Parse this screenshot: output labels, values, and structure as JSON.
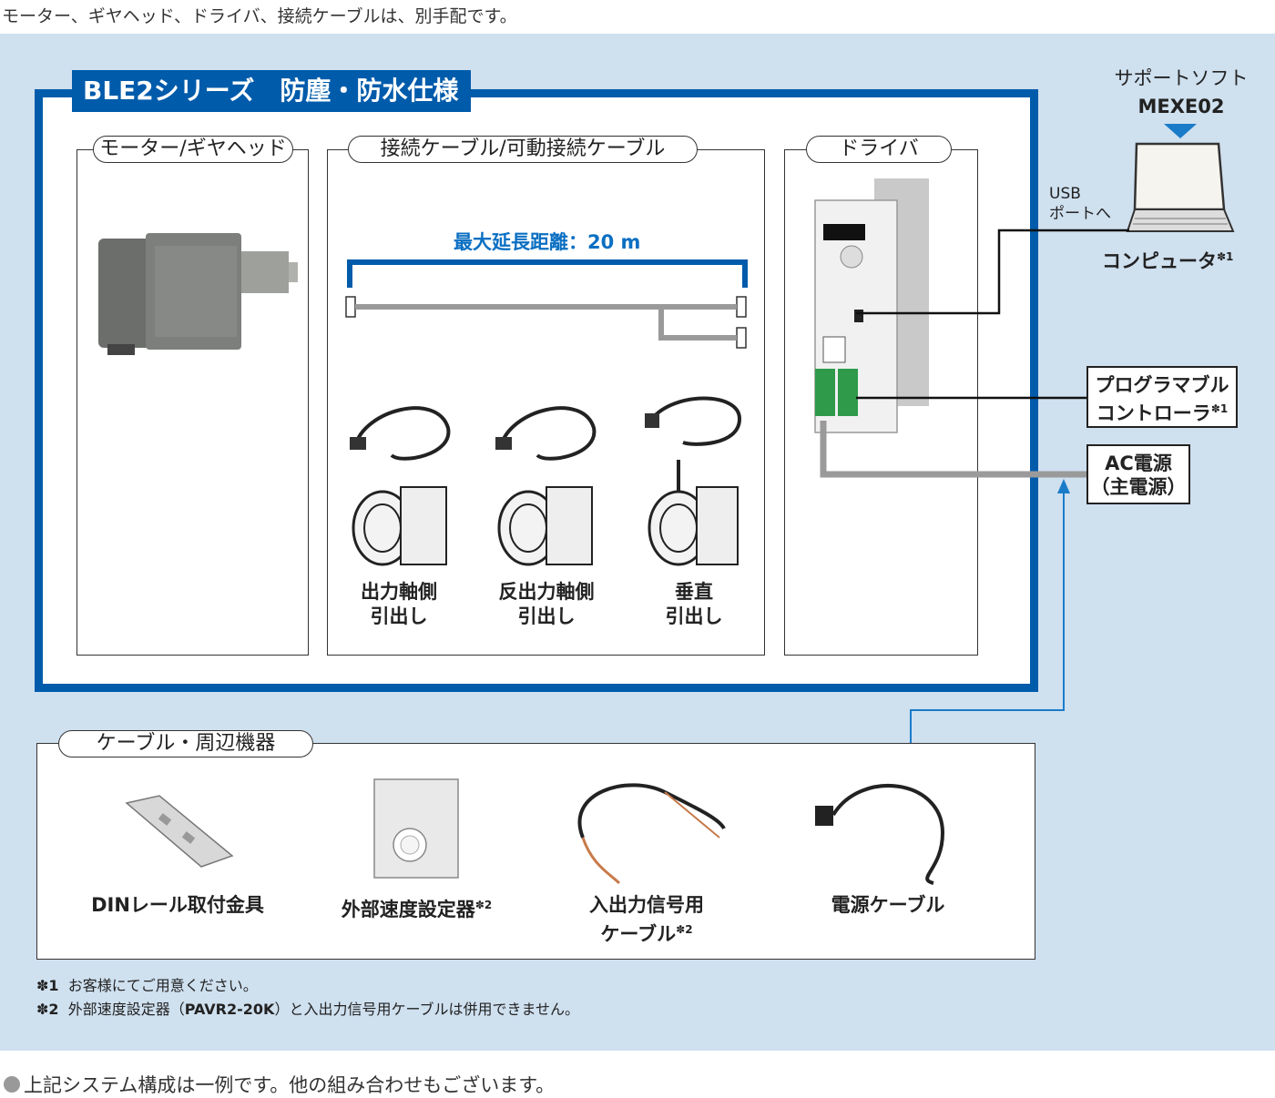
{
  "header_note": "モーター、ギヤヘッド、ドライバ、接続ケーブルは、別手配です。",
  "series_title": "BLE2シリーズ　防塵・防水仕様",
  "sections": {
    "motor": "モーター/ギヤヘッド",
    "cable": "接続ケーブル/可動接続ケーブル",
    "driver": "ドライバ",
    "peripherals": "ケーブル・周辺機器"
  },
  "max_length": "最大延長距離：20 m",
  "cable_types": [
    {
      "line1": "出力軸側",
      "line2": "引出し"
    },
    {
      "line1": "反出力軸側",
      "line2": "引出し"
    },
    {
      "line1": "垂直",
      "line2": "引出し"
    }
  ],
  "software": {
    "line1": "サポートソフト",
    "line2": "MEXE02"
  },
  "usb": {
    "line1": "USB",
    "line2": "ポートへ"
  },
  "computer": {
    "label": "コンピュータ",
    "mark": "✽1"
  },
  "plc": {
    "line1": "プログラマブル",
    "line2": "コントローラ",
    "mark": "✽1"
  },
  "ac": {
    "line1": "AC電源",
    "line2": "（主電源）"
  },
  "peripherals": [
    {
      "label": "DINレール取付金具",
      "mark": ""
    },
    {
      "label": "外部速度設定器",
      "mark": "✽2"
    },
    {
      "label": "入出力信号用",
      "label2": "ケーブル",
      "mark": "✽2"
    },
    {
      "label": "電源ケーブル",
      "mark": ""
    }
  ],
  "footnotes": [
    {
      "mark": "✽1",
      "text": "お客様にてご用意ください。"
    },
    {
      "mark": "✽2",
      "text_pre": "外部速度設定器（",
      "bold": "PAVR2-20K",
      "text_post": "）と入出力信号用ケーブルは併用できません。"
    }
  ],
  "bottom_note": "上記システム構成は一例です。他の組み合わせもございます。",
  "colors": {
    "panel": "#cfe0ef",
    "brand_blue": "#005bab",
    "text_blue": "#0a6fc2",
    "cable_gray": "#9a9a9a",
    "ac_line": "#1a7cc9"
  }
}
